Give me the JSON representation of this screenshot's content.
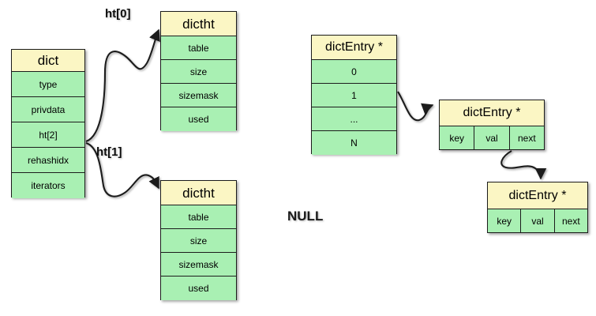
{
  "diagram": {
    "title": "redis dict / dictht / dictEntry structure",
    "colors": {
      "header_fill": "#fbf6c4",
      "row_fill": "#a9f0b3",
      "stroke": "#1c1c1c",
      "background": "#ffffff",
      "text": "#000000"
    }
  },
  "nodes": {
    "dict": {
      "header": "dict",
      "rows": [
        "type",
        "privdata",
        "ht[2]",
        "rehashidx",
        "iterators"
      ]
    },
    "dictht0": {
      "header": "dictht",
      "rows": [
        "table",
        "size",
        "sizemask",
        "used"
      ]
    },
    "dictht1": {
      "header": "dictht",
      "rows": [
        "table",
        "size",
        "sizemask",
        "used"
      ]
    },
    "table_array": {
      "header": "dictEntry *",
      "rows": [
        "0",
        "1",
        "...",
        "N"
      ]
    },
    "entry2": {
      "header": "dictEntry *",
      "cells": [
        "key",
        "val",
        "next"
      ]
    },
    "entry3": {
      "header": "dictEntry *",
      "cells": [
        "key",
        "val",
        "next"
      ]
    }
  },
  "labels": {
    "ht0": "ht[0]",
    "ht1": "ht[1]",
    "null": "NULL"
  },
  "edges": [
    {
      "name": "dict-ht0-to-dictht0",
      "label": "ht[0]",
      "from": "dict.ht[2]",
      "to": "dictht0.header",
      "style": "curved"
    },
    {
      "name": "dict-ht1-to-dictht1",
      "label": "ht[1]",
      "from": "dict.ht[2]",
      "to": "dictht1.header",
      "style": "curved"
    },
    {
      "name": "dictht0-table-to-array",
      "label": "",
      "from": "dictht0.table",
      "to": "table_array.header",
      "style": "straight"
    },
    {
      "name": "array-slot1-to-entry2",
      "label": "",
      "from": "table_array.1",
      "to": "entry2.header",
      "style": "curved"
    },
    {
      "name": "entry2-next-to-entry3",
      "label": "",
      "from": "entry2.next",
      "to": "entry3.header",
      "style": "curved"
    },
    {
      "name": "dictht1-table-to-null",
      "label": "NULL",
      "from": "dictht1.table",
      "to": "null-label",
      "style": "straight"
    }
  ]
}
